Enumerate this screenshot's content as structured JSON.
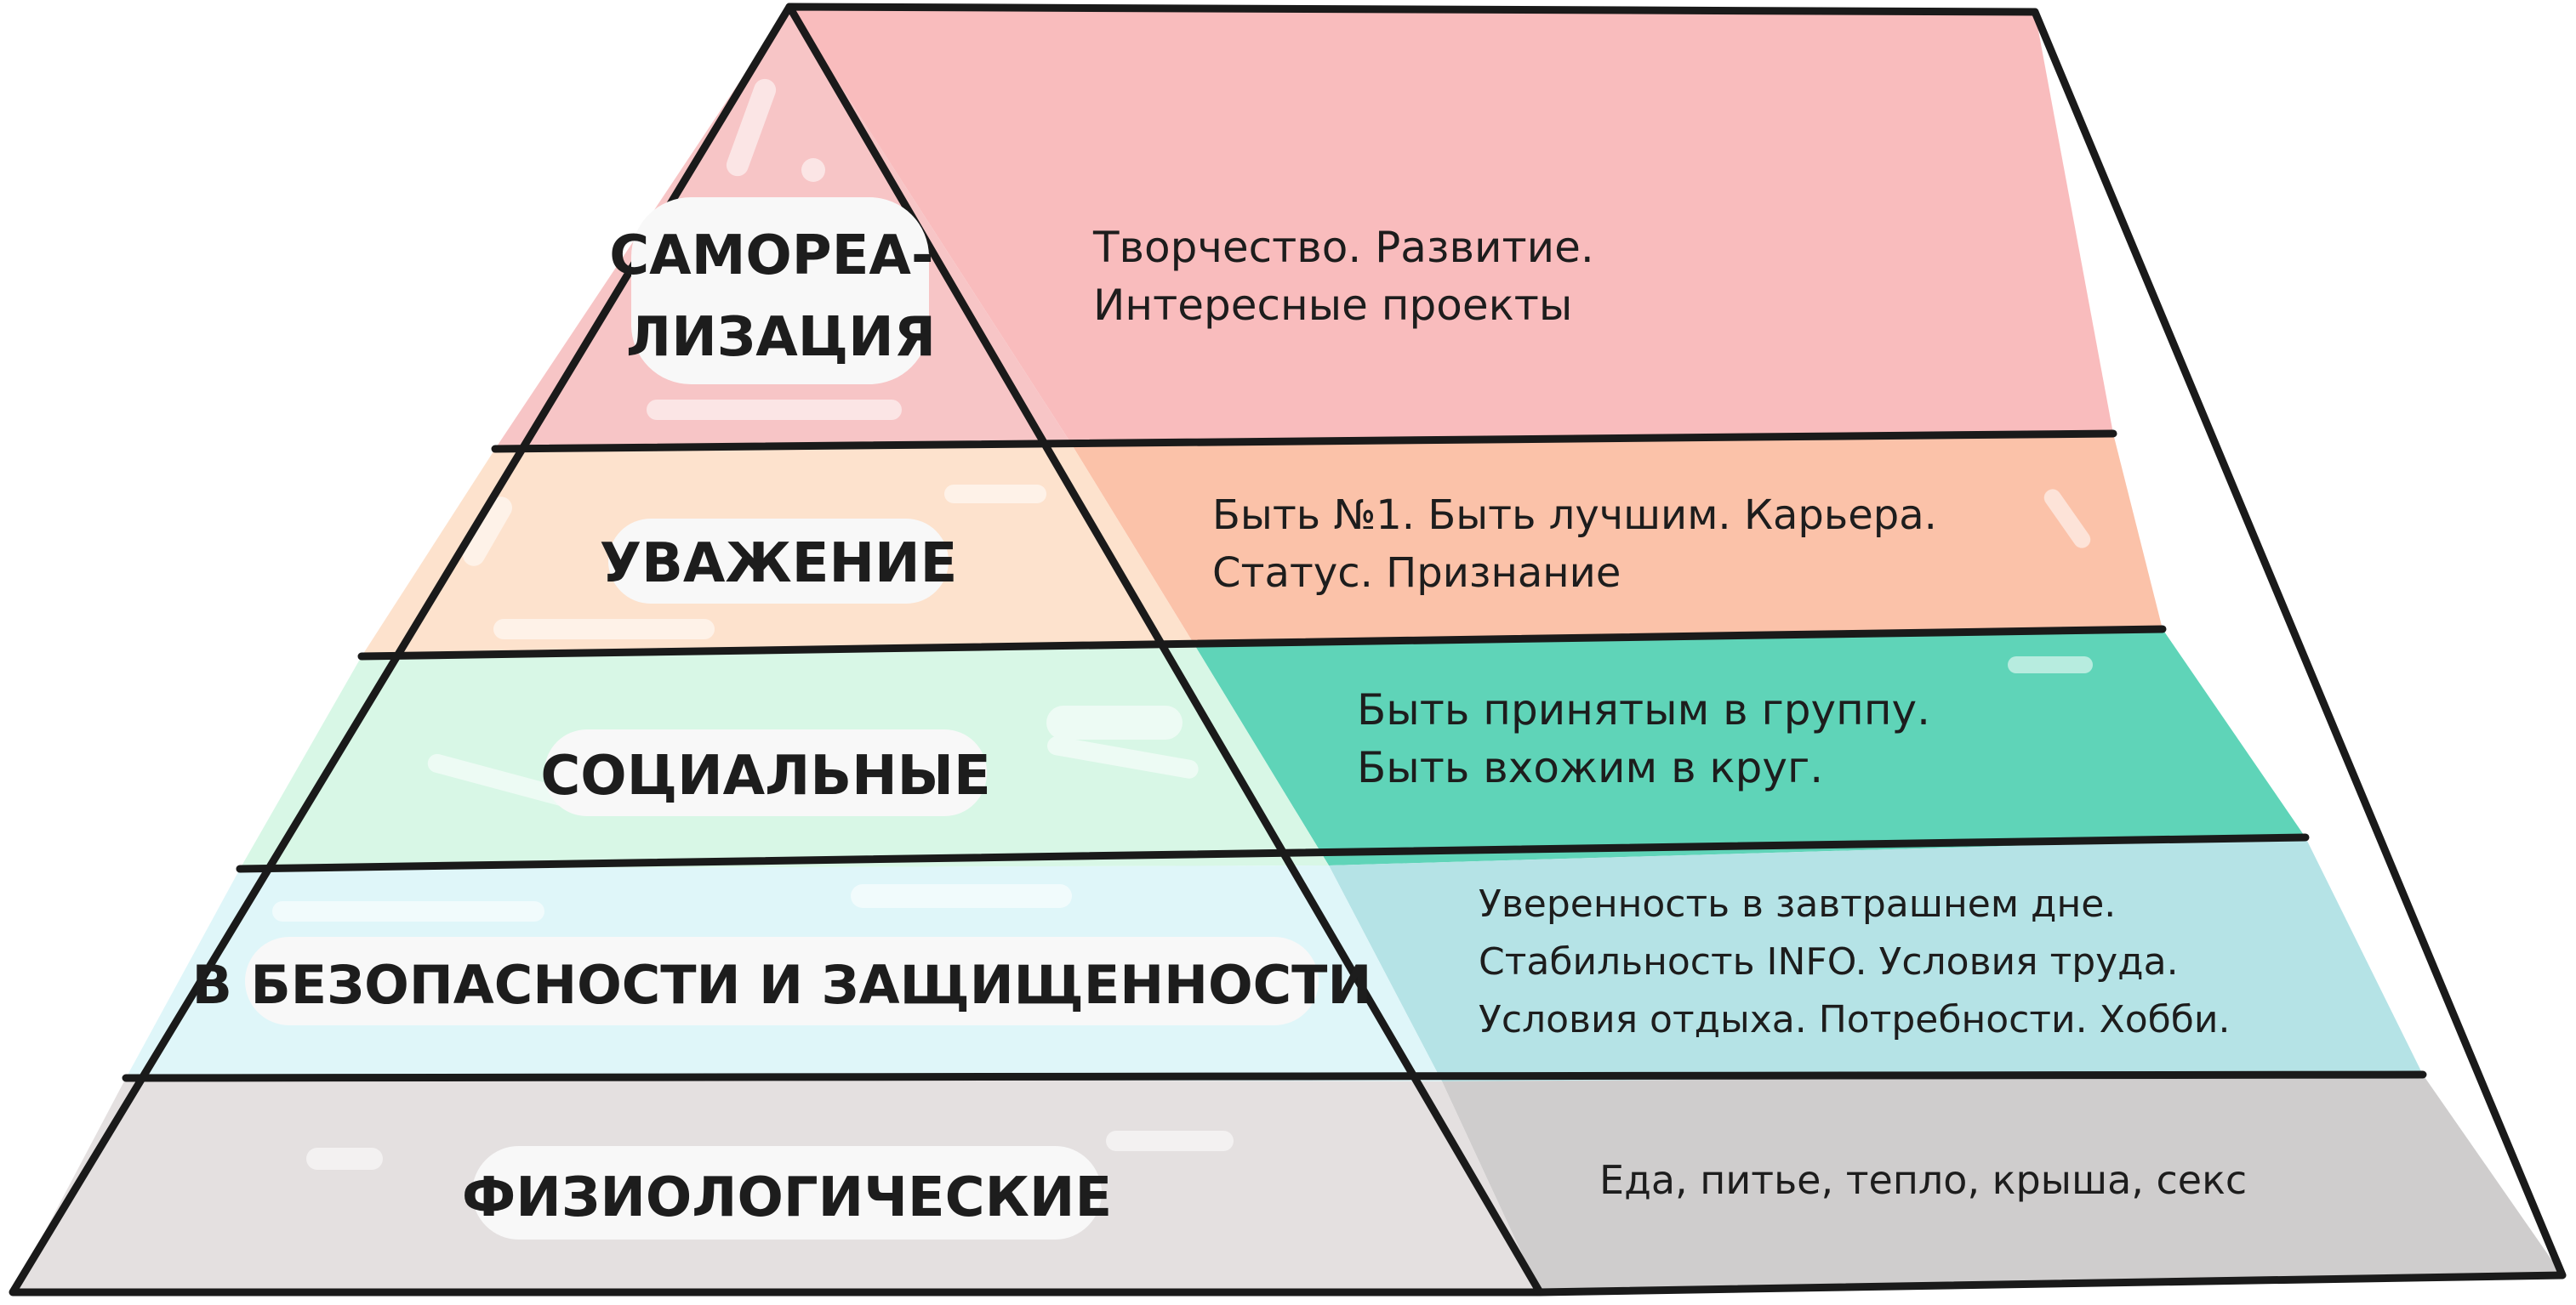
{
  "levels": [
    {
      "name": "self-actualization",
      "label_lines": [
        "САМОРЕА-",
        "ЛИЗАЦИЯ"
      ],
      "description_lines": [
        "Творчество. Развитие.",
        "Интересные проекты"
      ],
      "front_color": "#f7c5c6",
      "side_color": "#f9bcbd"
    },
    {
      "name": "esteem",
      "label_lines": [
        "УВАЖЕНИЕ"
      ],
      "description_lines": [
        "Быть №1. Быть лучшим. Карьера.",
        "Статус. Признание"
      ],
      "front_color": "#fde2cd",
      "side_color": "#fbc2a9"
    },
    {
      "name": "social",
      "label_lines": [
        "СОЦИАЛЬНЫЕ"
      ],
      "description_lines": [
        "Быть принятым в группу.",
        "Быть вхожим в круг."
      ],
      "front_color": "#d8f7e6",
      "side_color": "#5fd4b8"
    },
    {
      "name": "safety",
      "label_lines": [
        "В БЕЗОПАСНОСТИ И ЗАЩИЩЕННОСТИ"
      ],
      "description_lines": [
        "Уверенность в завтрашнем дне.",
        "Стабильность INFO. Условия труда.",
        "Условия отдыха. Потребности. Хобби."
      ],
      "front_color": "#dff6f9",
      "side_color": "#b5e3e6"
    },
    {
      "name": "physiological",
      "label_lines": [
        "ФИЗИОЛОГИЧЕСКИЕ"
      ],
      "description_lines": [
        "Еда, питье, тепло, крыша, секс"
      ],
      "front_color": "#e4e0e0",
      "side_color": "#cfcdcd"
    }
  ]
}
